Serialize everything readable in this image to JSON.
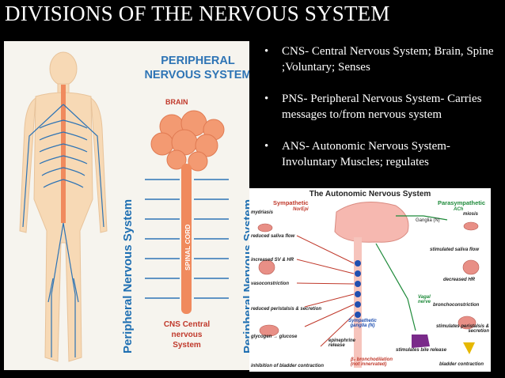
{
  "slide": {
    "title": "DIVISIONS OF THE NERVOUS SYSTEM",
    "bullets": [
      {
        "marker": "•",
        "text": "CNS- Central Nervous System; Brain, Spine ;Voluntary; Senses"
      },
      {
        "marker": "•",
        "text": "PNS- Peripheral Nervous System- Carries messages to/from nervous system"
      },
      {
        "marker": "•",
        "text": "ANS- Autonomic Nervous System- Involuntary Muscles; regulates"
      }
    ]
  },
  "pns_diagram": {
    "title": "PERIPHERAL NERVOUS SYSTEM",
    "brain_label": "BRAIN",
    "cord_label": "SPINAL CORD",
    "cns_label": "CNS Central nervous System",
    "side_label_left": "Peripheral Nervous System",
    "side_label_right": "Peripheral Nervous System",
    "colors": {
      "nerve": "#2e74b5",
      "cns": "#f08a5d",
      "skin": "#f7d9b5"
    }
  },
  "ans_diagram": {
    "title": "The Autonomic Nervous System",
    "sympathetic": "Sympathetic",
    "sympathetic_sub": "NorEpi",
    "parasympathetic": "Parasympathetic",
    "parasympathetic_sub": "ACh",
    "ganglia_n": "Ganglia (N)",
    "vagal_nerve": "Vagal nerve",
    "sympathetic_ganglia": "Sympathetic ganglia (N)",
    "left_effects": [
      "mydriasis",
      "reduced saliva flow",
      "increased SV & HR",
      "vasoconstriction",
      "reduced peristalsis & secretion",
      "glycogen → glucose",
      "inhibition of bladder contraction"
    ],
    "right_effects": [
      "miosis",
      "stimulated saliva flow",
      "decreased HR",
      "bronchoconstriction",
      "stimulates peristalsis & secretion",
      "stimulates bile release",
      "bladder contraction"
    ],
    "center_effects": [
      "epinephrine release",
      "β₂ bronchodilation (not innervated)"
    ]
  }
}
